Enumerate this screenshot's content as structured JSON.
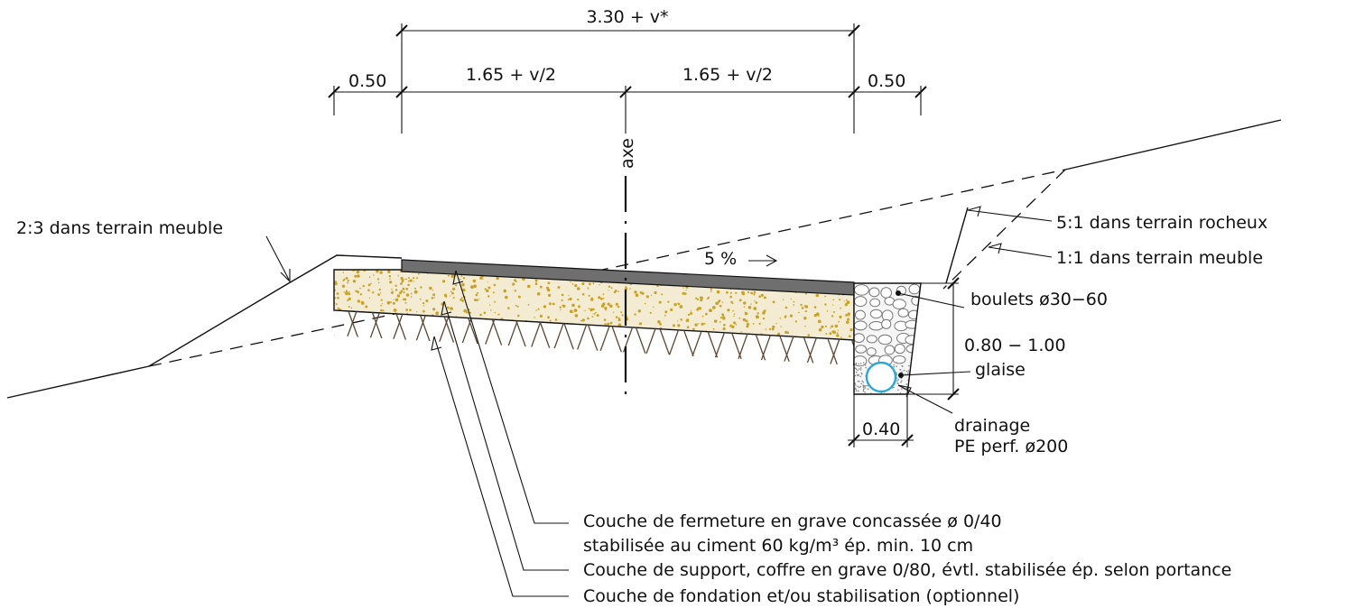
{
  "dimensions": {
    "total_width": "3.30 + v*",
    "left_shoulder": "0.50",
    "half_left": "1.65 + v/2",
    "half_right": "1.65 + v/2",
    "right_shoulder": "0.50",
    "ditch_depth": "0.80 − 1.00",
    "ditch_width": "0.40"
  },
  "labels": {
    "axis": "axe",
    "slope_percent": "5 %",
    "left_slope": "2:3 dans terrain meuble",
    "right_slope_rock": "5:1 dans terrain rocheux",
    "right_slope_loose": "1:1 dans terrain meuble",
    "ditch_boulders": "boulets ø30−60",
    "ditch_clay": "glaise",
    "drainage_line1": "drainage",
    "drainage_line2": "PE perf. ø200"
  },
  "layers": [
    {
      "line1": "Couche de fermeture en grave concassée ø 0/40",
      "line2": "stabilisée au ciment 60 kg/m³ ép. min. 10 cm"
    },
    {
      "line1": "Couche de support, coffre en grave 0/80, évtl. stabilisée ép. selon portance"
    },
    {
      "line1": "Couche de fondation et/ou stabilisation (optionnel)"
    }
  ],
  "colors": {
    "surface_layer": "#6f6f6f",
    "gravel_base": "#f3ecd3",
    "gravel_speckle": "#c9a227",
    "drain_pipe": "#2aa7d6"
  }
}
